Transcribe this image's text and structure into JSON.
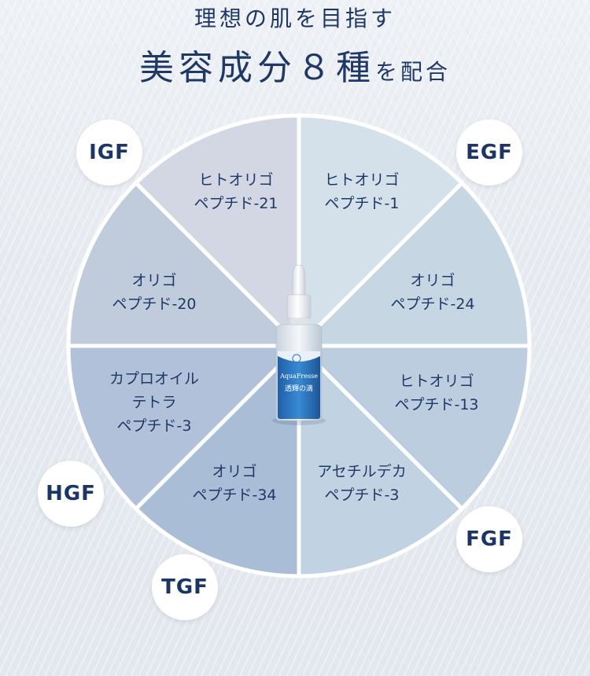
{
  "heading": {
    "subtitle": "理想の肌を目指す",
    "title_main": "美容成分８種",
    "title_suffix": "を配合"
  },
  "segments": [
    {
      "lines": [
        "ヒトオリゴ",
        "ペプチド-1"
      ],
      "color": "#d4e1ea"
    },
    {
      "lines": [
        "オリゴ",
        "ペプチド-24"
      ],
      "color": "#c6d6e3"
    },
    {
      "lines": [
        "ヒトオリゴ",
        "ペプチド-13"
      ],
      "color": "#bccde0"
    },
    {
      "lines": [
        "アセチルデカ",
        "ペプチド-3"
      ],
      "color": "#c1d3e2"
    },
    {
      "lines": [
        "オリゴ",
        "ペプチド-34"
      ],
      "color": "#a9bdd7"
    },
    {
      "lines": [
        "カプロオイル",
        "テトラ",
        "ペプチド-3"
      ],
      "color": "#b0c1d9"
    },
    {
      "lines": [
        "オリゴ",
        "ペプチド-20"
      ],
      "color": "#c0cbdc"
    },
    {
      "lines": [
        "ヒトオリゴ",
        "ペプチド-21"
      ],
      "color": "#d3d7e3"
    }
  ],
  "badges": {
    "igf": "IGF",
    "egf": "EGF",
    "hgf": "HGF",
    "fgf": "FGF",
    "tgf": "TGF"
  },
  "bottle_label": {
    "brand": "AquaFresse",
    "name": "透輝の滴"
  },
  "colors": {
    "navy": "#1f3866",
    "bottle_blue": "#2f78c4"
  }
}
